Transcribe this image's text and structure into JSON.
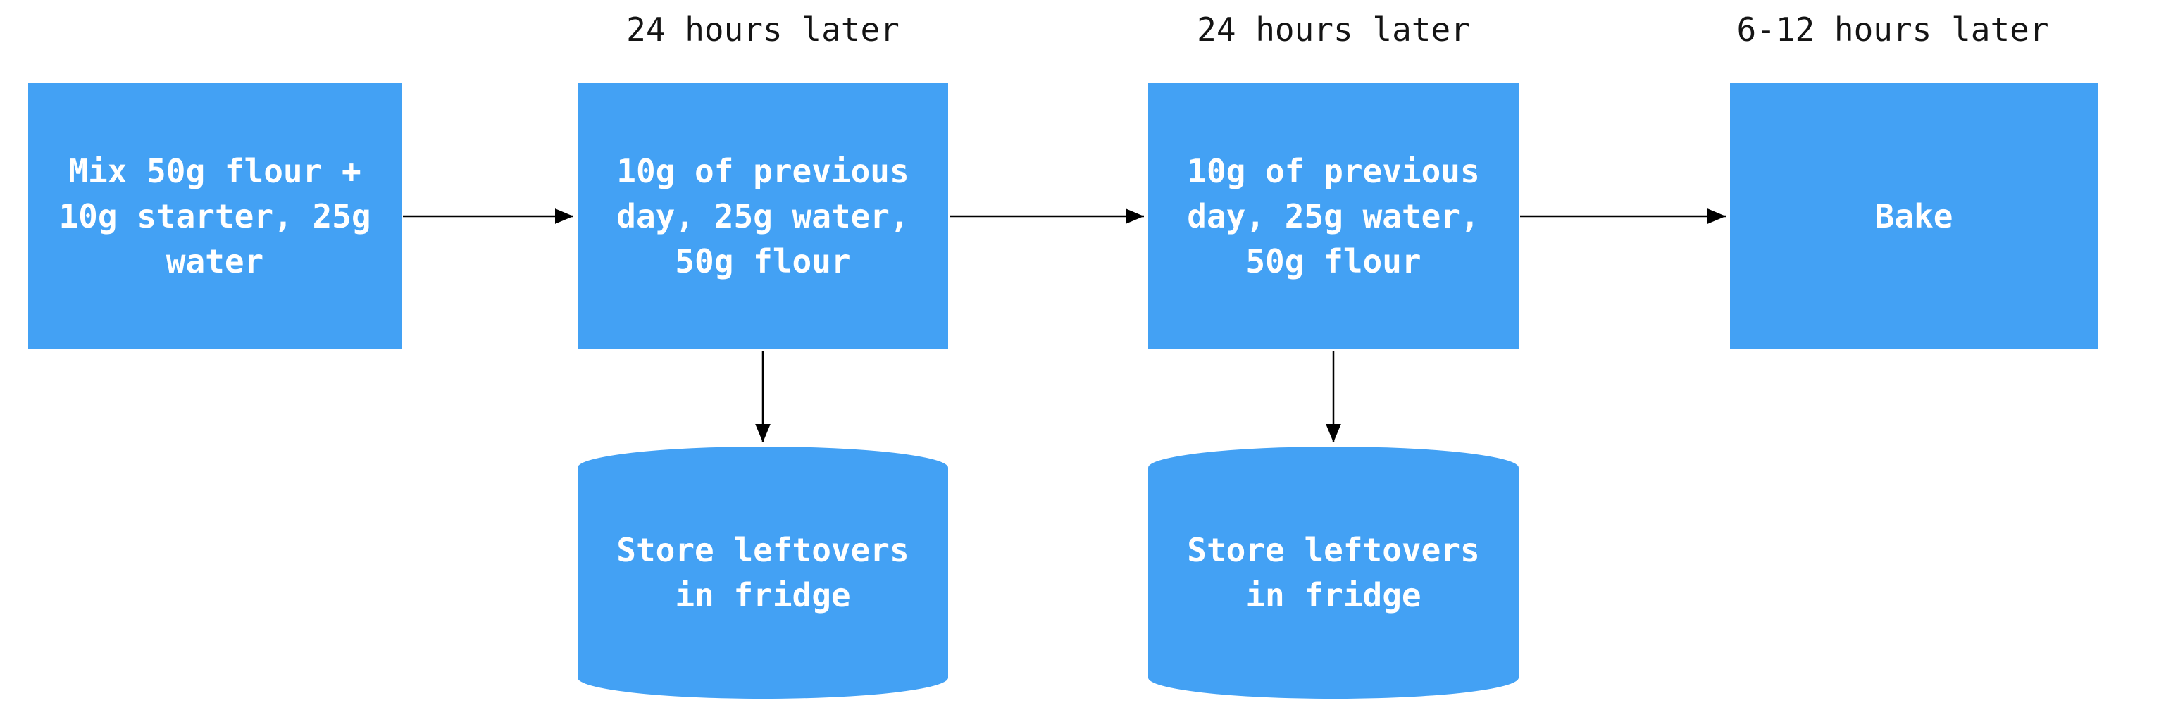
{
  "theme": {
    "canvas-bg": "#ffffff",
    "node-fill": "#43A1F4",
    "node-text": "#ffffff",
    "label-text": "#141414",
    "arrow-color": "#000000"
  },
  "diagram": {
    "type": "flowchart",
    "direction": "left-to-right",
    "edge_labels": [
      {
        "text": "24 hours later"
      },
      {
        "text": "24 hours later"
      },
      {
        "text": "6-12 hours later"
      }
    ],
    "nodes": [
      {
        "id": "mix",
        "shape": "rect",
        "text": "Mix 50g flour +\n10g starter, 25g\nwater"
      },
      {
        "id": "feed1",
        "shape": "rect",
        "text": "10g of previous\nday, 25g water,\n50g flour"
      },
      {
        "id": "feed2",
        "shape": "rect",
        "text": "10g of previous\nday, 25g water,\n50g flour"
      },
      {
        "id": "bake",
        "shape": "rect",
        "text": "Bake"
      },
      {
        "id": "store1",
        "shape": "cylinder",
        "text": "Store leftovers\nin fridge"
      },
      {
        "id": "store2",
        "shape": "cylinder",
        "text": "Store leftovers\nin fridge"
      }
    ]
  }
}
